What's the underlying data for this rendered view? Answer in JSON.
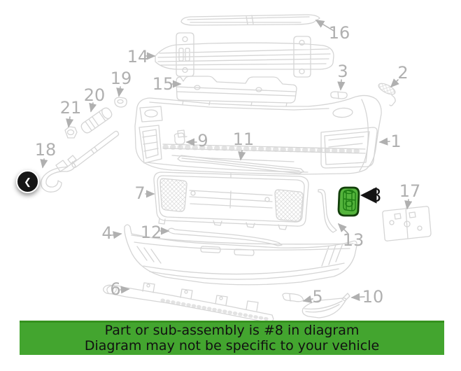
{
  "viewer": {
    "back_button": {
      "glyph": "❮"
    },
    "banner": {
      "line1": "Part or sub-assembly is #8 in diagram",
      "line2": "Diagram may not be specific to your vehicle",
      "background": "#43a52f",
      "text_color": "#111111"
    },
    "highlight": {
      "part_number": "8",
      "fill": "#54b43c",
      "outline": "#123f0a",
      "detail_color": "#1d7c13",
      "arrow_color": "#141414"
    }
  },
  "diagram": {
    "description": "Front bumper exploded parts diagram",
    "line_color": "#d5d5d5",
    "label_color": "#b0b0b0",
    "callouts": [
      {
        "num": "1"
      },
      {
        "num": "2"
      },
      {
        "num": "3"
      },
      {
        "num": "4"
      },
      {
        "num": "5"
      },
      {
        "num": "6"
      },
      {
        "num": "7"
      },
      {
        "num": "8"
      },
      {
        "num": "9"
      },
      {
        "num": "10"
      },
      {
        "num": "11"
      },
      {
        "num": "12"
      },
      {
        "num": "13"
      },
      {
        "num": "14"
      },
      {
        "num": "15"
      },
      {
        "num": "16"
      },
      {
        "num": "17"
      },
      {
        "num": "18"
      },
      {
        "num": "19"
      },
      {
        "num": "20"
      },
      {
        "num": "21"
      }
    ]
  }
}
